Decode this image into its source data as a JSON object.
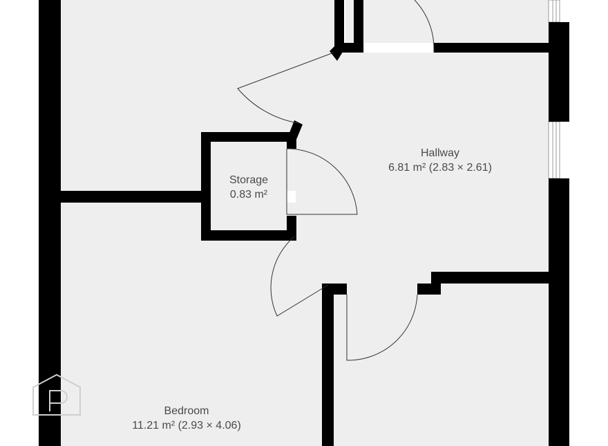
{
  "colors": {
    "floor": "#eeeeee",
    "wall": "#000000",
    "door_line": "#333333",
    "label": "#4a4a4a",
    "watermark": "#cfcfcf",
    "background": "#ffffff"
  },
  "rooms": [
    {
      "id": "hallway",
      "name": "Hallway",
      "area": "6.81 m² (2.83 × 2.61)"
    },
    {
      "id": "storage",
      "name": "Storage",
      "area": "0.83 m²"
    },
    {
      "id": "bedroom",
      "name": "Bedroom",
      "area": "11.21 m² (2.93 × 4.06)"
    }
  ],
  "watermark": {
    "icon": "property-logo-icon"
  }
}
